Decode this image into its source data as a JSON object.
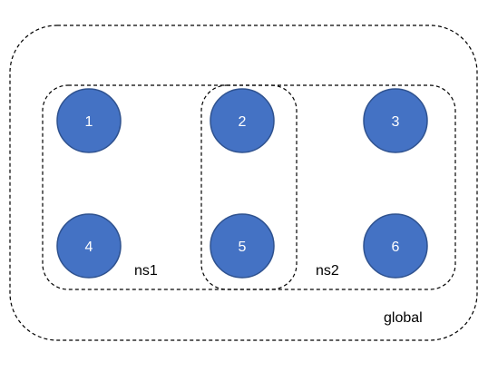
{
  "regions": {
    "global": {
      "label": "global"
    },
    "ns1": {
      "label": "ns1"
    },
    "ns2": {
      "label": "ns2"
    }
  },
  "nodes": [
    {
      "label": "1"
    },
    {
      "label": "2"
    },
    {
      "label": "3"
    },
    {
      "label": "4"
    },
    {
      "label": "5"
    },
    {
      "label": "6"
    }
  ],
  "colors": {
    "node_fill": "#4472c4",
    "node_stroke": "#2f528f",
    "node_text": "#ffffff",
    "boundary_stroke": "#000000"
  }
}
